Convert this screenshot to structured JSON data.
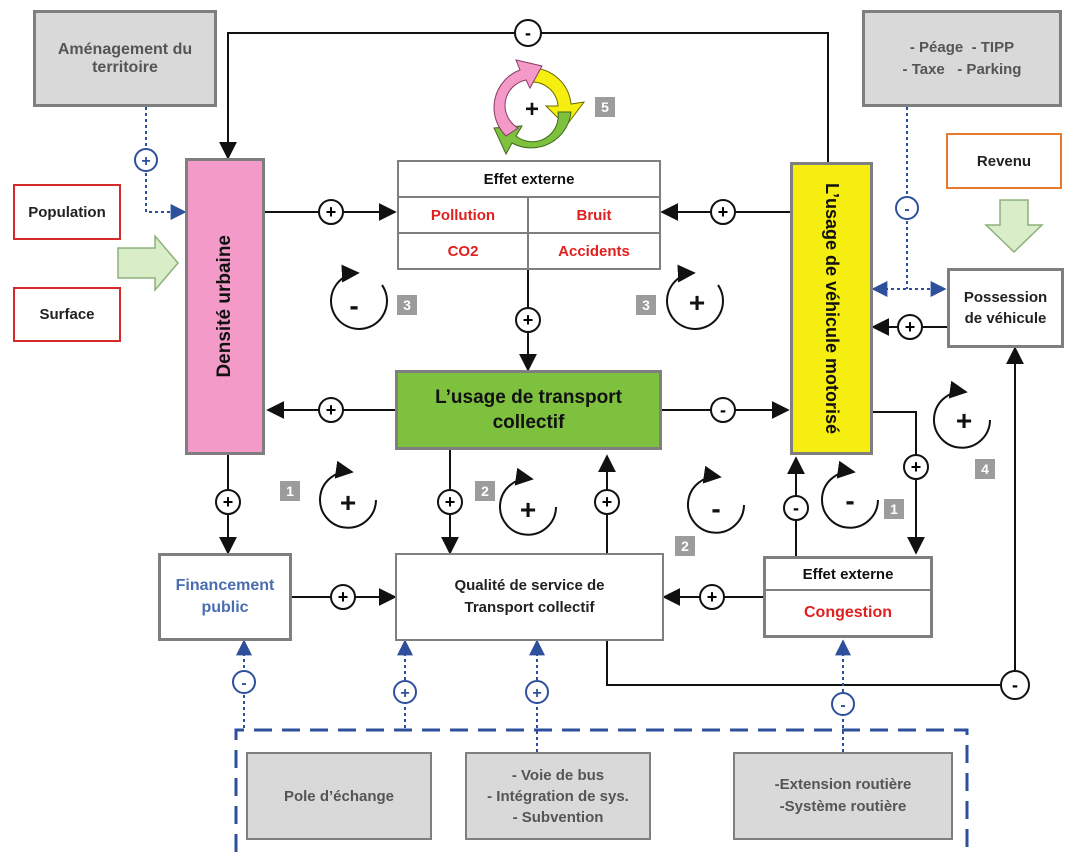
{
  "nodes": {
    "amenagement": "Aménagement du territoire",
    "population": "Population",
    "surface": "Surface",
    "densite": "Densité urbaine",
    "peage_tipp": "- Péage  - TIPP",
    "taxe_parking": "- Taxe   - Parking",
    "revenu": "Revenu",
    "usage_vehicule_line1": "L’usage de véhicule",
    "usage_vehicule_line2": "motorisé",
    "possession_line1": "Possession",
    "possession_line2": "de véhicule",
    "effet_externe_title": "Effet externe",
    "pollution": "Pollution",
    "bruit": "Bruit",
    "co2": "CO2",
    "accidents": "Accidents",
    "transport_collectif_line1": "L’usage de transport",
    "transport_collectif_line2": "collectif",
    "financement_line1": "Financement",
    "financement_line2": "public",
    "qualite_line1": "Qualité de service de",
    "qualite_line2": "Transport collectif",
    "effet_externe2_title": "Effet externe",
    "congestion": "Congestion",
    "pole_echange": "Pole d’échange",
    "voie_bus": "- Voie de bus",
    "integration": "- Intégration de sys.",
    "subvention": "- Subvention",
    "extension": "-Extension routière",
    "systeme": "-Système routière"
  },
  "loops": {
    "n1a": "1",
    "n1b": "1",
    "n2a": "2",
    "n2b": "2",
    "n3a": "3",
    "n3b": "3",
    "n4": "4",
    "n5": "5"
  },
  "signs": {
    "plus": "+",
    "minus": "-"
  },
  "colors": {
    "pink": "#f49ac8",
    "yellow": "#f5ee10",
    "green": "#7dc13f",
    "gray_fill": "#d9d9d9",
    "red_text": "#e0201e",
    "blue_text": "#4a6db0",
    "dashed_blue": "#2e4f9c",
    "orange_border": "#e87a2f"
  }
}
